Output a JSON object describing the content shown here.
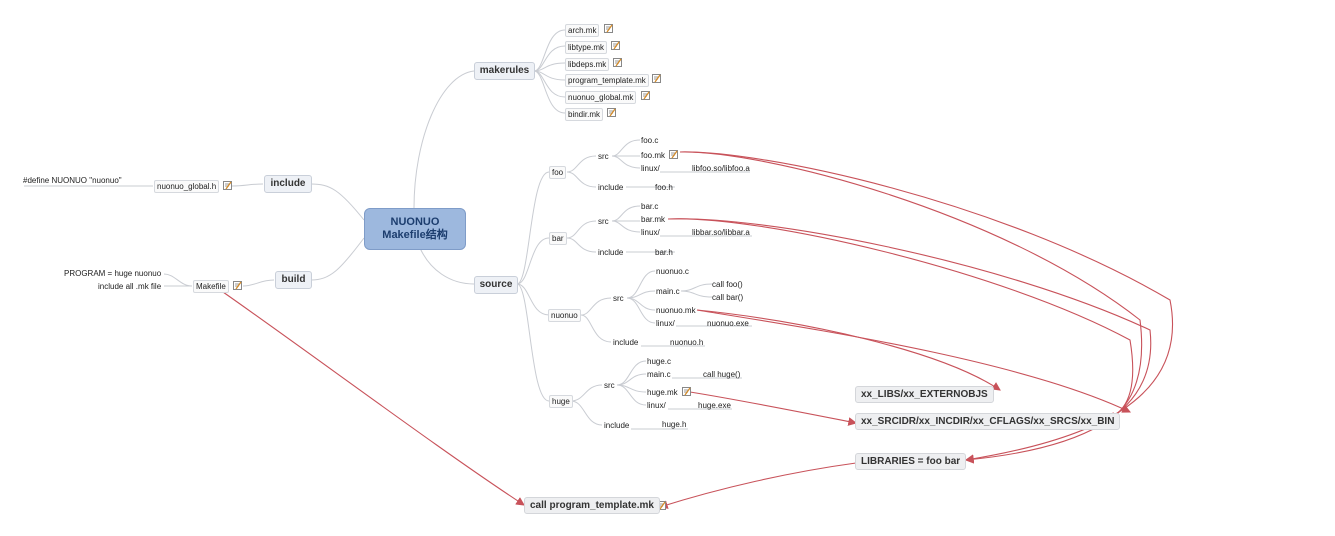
{
  "root": {
    "line1": "NUONUO",
    "line2": "Makefile结构"
  },
  "branches": {
    "makerules": "makerules",
    "include": "include",
    "build": "build",
    "source": "source"
  },
  "makerules_files": [
    "arch.mk",
    "libtype.mk",
    "libdeps.mk",
    "program_template.mk",
    "nuonuo_global.mk",
    "bindir.mk"
  ],
  "include_branch": {
    "file": "nuonuo_global.h",
    "content": "#define NUONUO \"nuonuo\""
  },
  "build_branch": {
    "file": "Makefile",
    "line1": "PROGRAM = huge nuonuo",
    "line2": "include all .mk file"
  },
  "source_tree": {
    "foo": {
      "name": "foo",
      "src": "src",
      "files": [
        "foo.c",
        "foo.mk",
        "linux/"
      ],
      "linux_out": "libfoo.so/libfoo.a",
      "include": "include",
      "header": "foo.h"
    },
    "bar": {
      "name": "bar",
      "src": "src",
      "files": [
        "bar.c",
        "bar.mk",
        "linux/"
      ],
      "linux_out": "libbar.so/libbar.a",
      "include": "include",
      "header": "bar.h"
    },
    "nuonuo": {
      "name": "nuonuo",
      "src": "src",
      "files": [
        "nuonuo.c",
        "main.c",
        "nuonuo.mk",
        "linux/"
      ],
      "main_calls": [
        "call foo()",
        "call bar()"
      ],
      "linux_out": "nuonuo.exe",
      "include": "include",
      "header": "nuonuo.h"
    },
    "huge": {
      "name": "huge",
      "src": "src",
      "files": [
        "huge.c",
        "main.c",
        "huge.mk",
        "linux/"
      ],
      "main_call": "call huge()",
      "linux_out": "huge.exe",
      "include": "include",
      "header": "huge.h"
    }
  },
  "variables": {
    "externobjs": "xx_LIBS/xx_EXTERNOBJS",
    "srcdir": "xx_SRCIDR/xx_INCDIR/xx_CFLAGS/xx_SRCS/xx_BIN",
    "libraries": "LIBRARIES = foo bar"
  },
  "call_template": "call program_template.mk",
  "colors": {
    "root_fill": "#9db8de",
    "relation_arrow": "#c8525a",
    "branch_line": "#c9ccd2"
  },
  "icons": {
    "note": "note-pencil-icon"
  }
}
